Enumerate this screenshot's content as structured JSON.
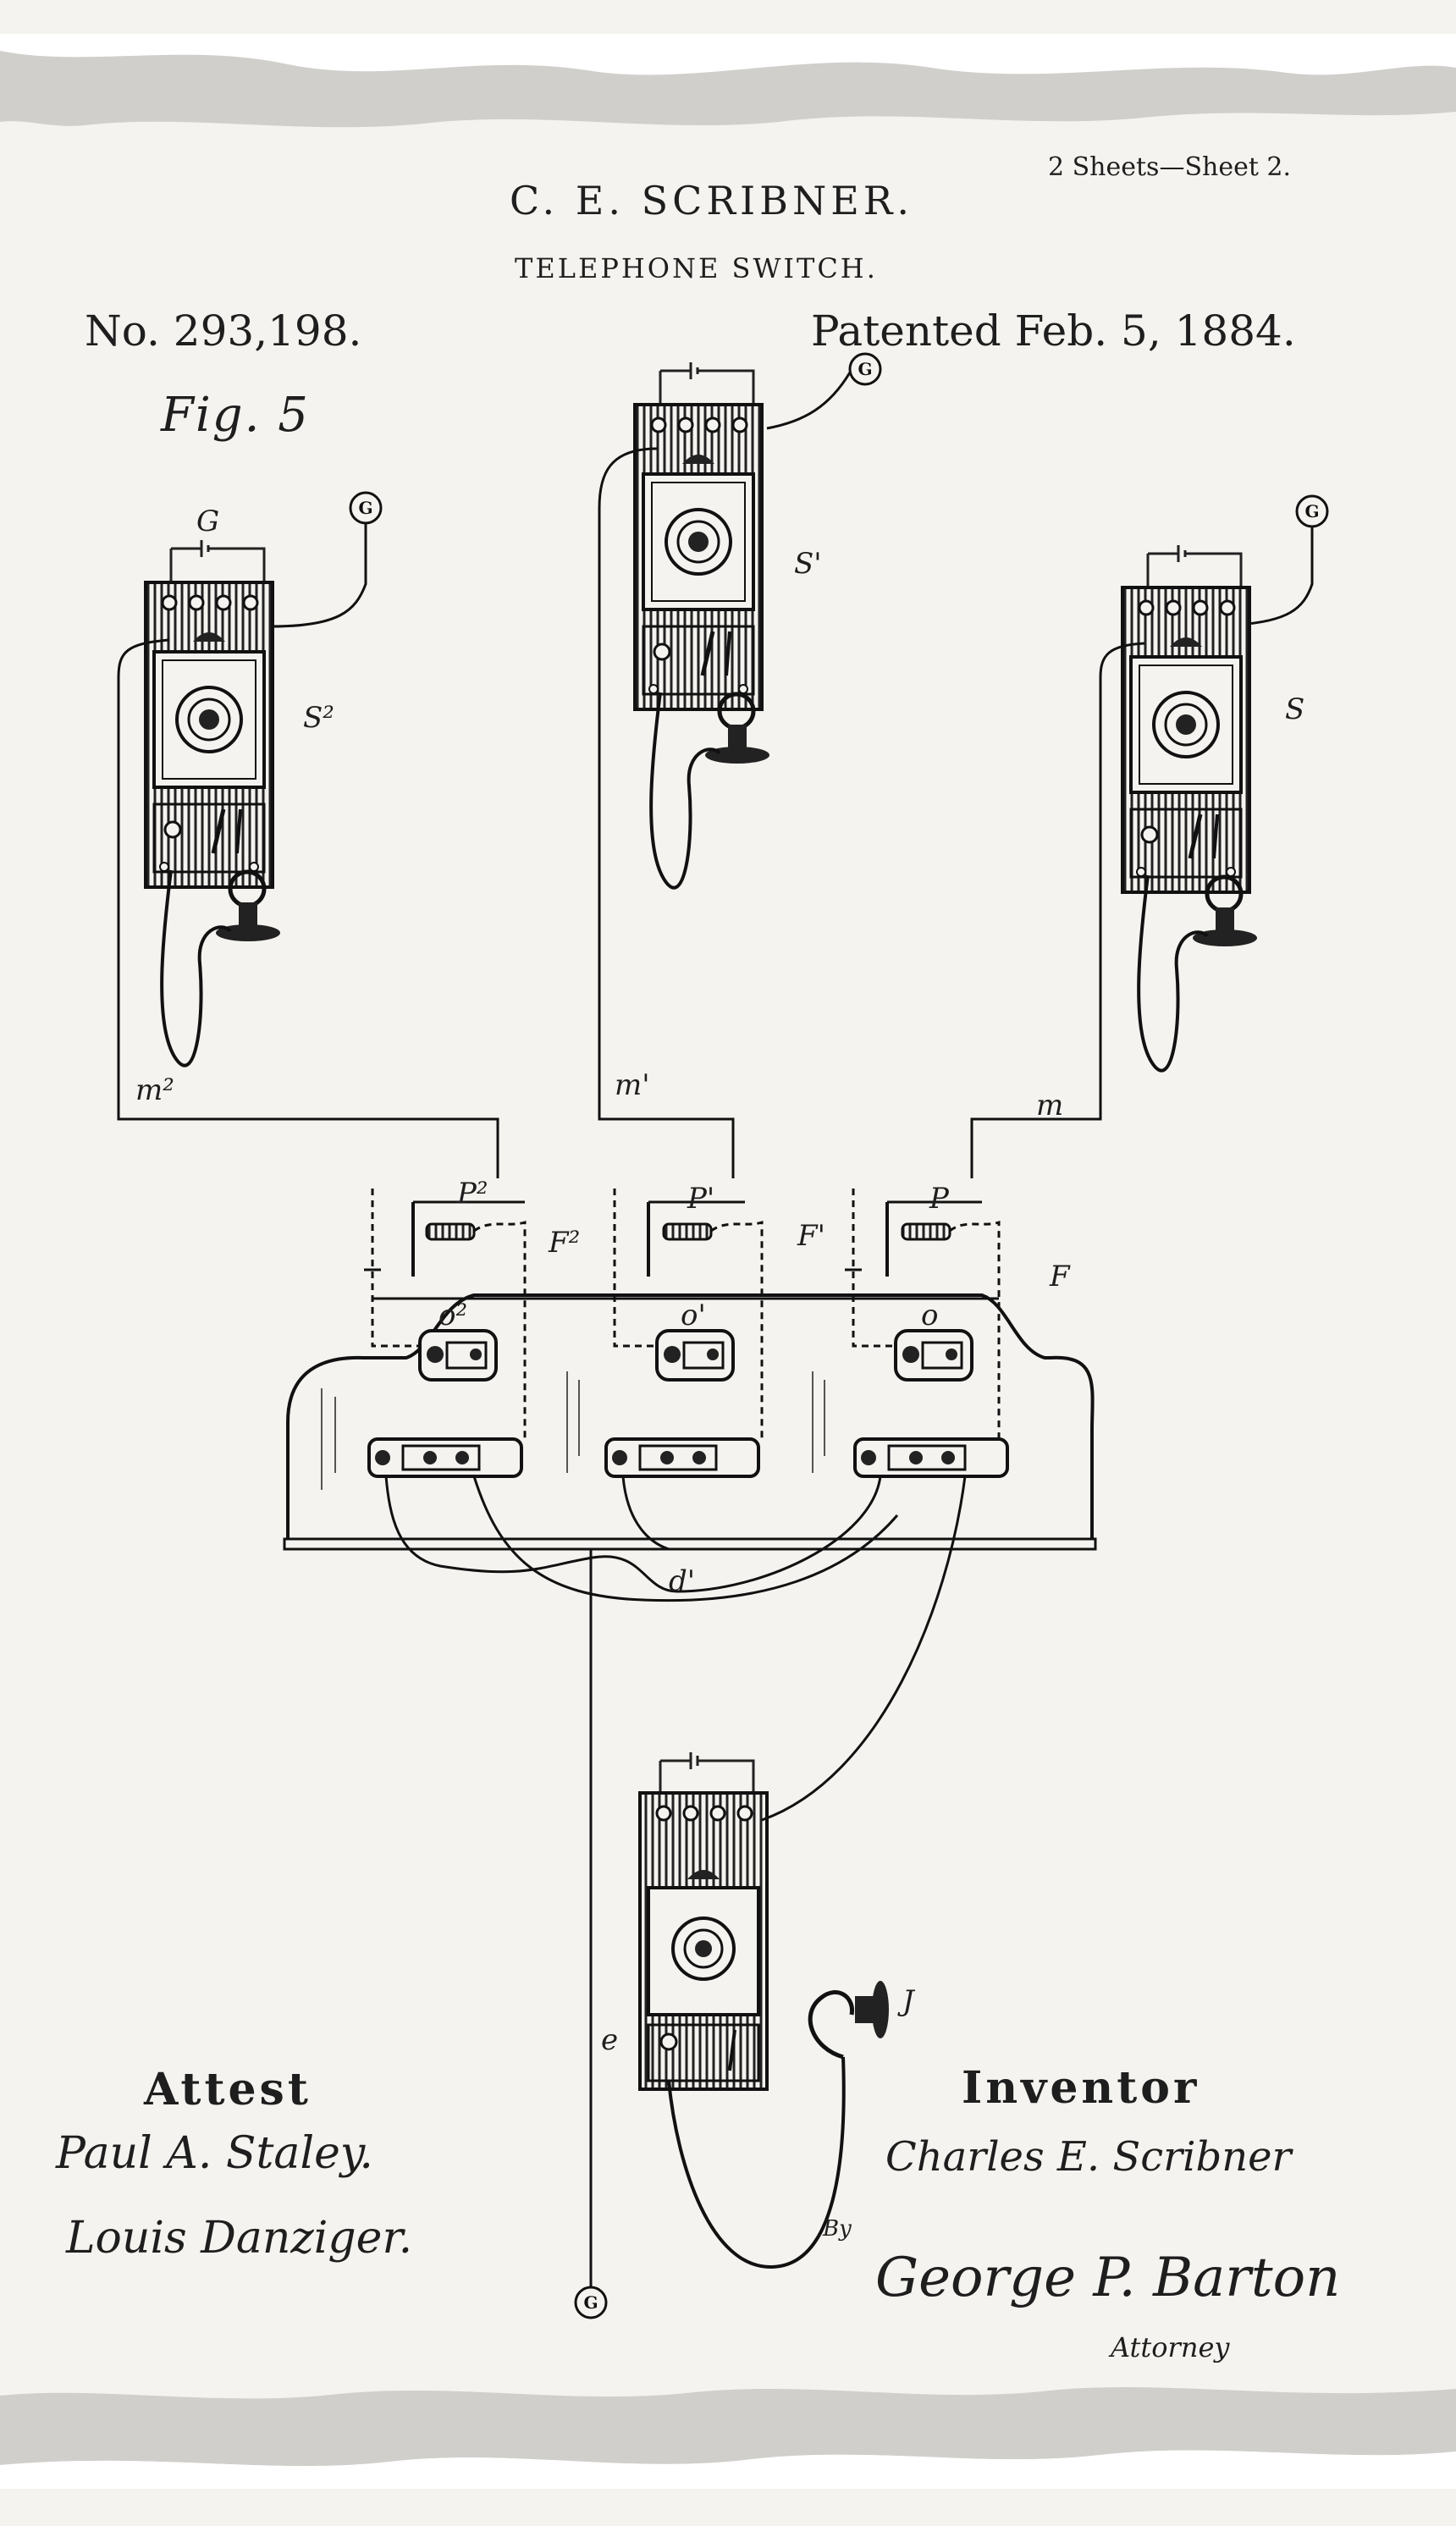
{
  "header": {
    "sheet": "2 Sheets—Sheet 2.",
    "inventor_name": "C. E. SCRIBNER.",
    "title": "TELEPHONE SWITCH.",
    "patent_number": "No. 293,198.",
    "patent_date": "Patented Feb. 5, 1884."
  },
  "figure": {
    "label": "Fig. 5",
    "refs": {
      "g": "G",
      "s": "S",
      "s1": "S'",
      "s2": "S²",
      "m": "m",
      "m1": "m'",
      "m2": "m²",
      "p": "P",
      "p1": "P'",
      "p2": "P²",
      "f": "F",
      "f1": "F'",
      "f2": "F²",
      "o": "o",
      "o1": "o'",
      "o2": "o²",
      "d1": "d'",
      "e": "e",
      "j": "J"
    }
  },
  "signatures": {
    "attest_label": "Attest",
    "witness_1": "Paul A. Staley.",
    "witness_2": "Louis Danziger.",
    "inventor_label": "Inventor",
    "inventor_signature": "Charles E. Scribner",
    "by_label": "By",
    "attorney_signature": "George P. Barton",
    "attorney_label": "Attorney"
  }
}
